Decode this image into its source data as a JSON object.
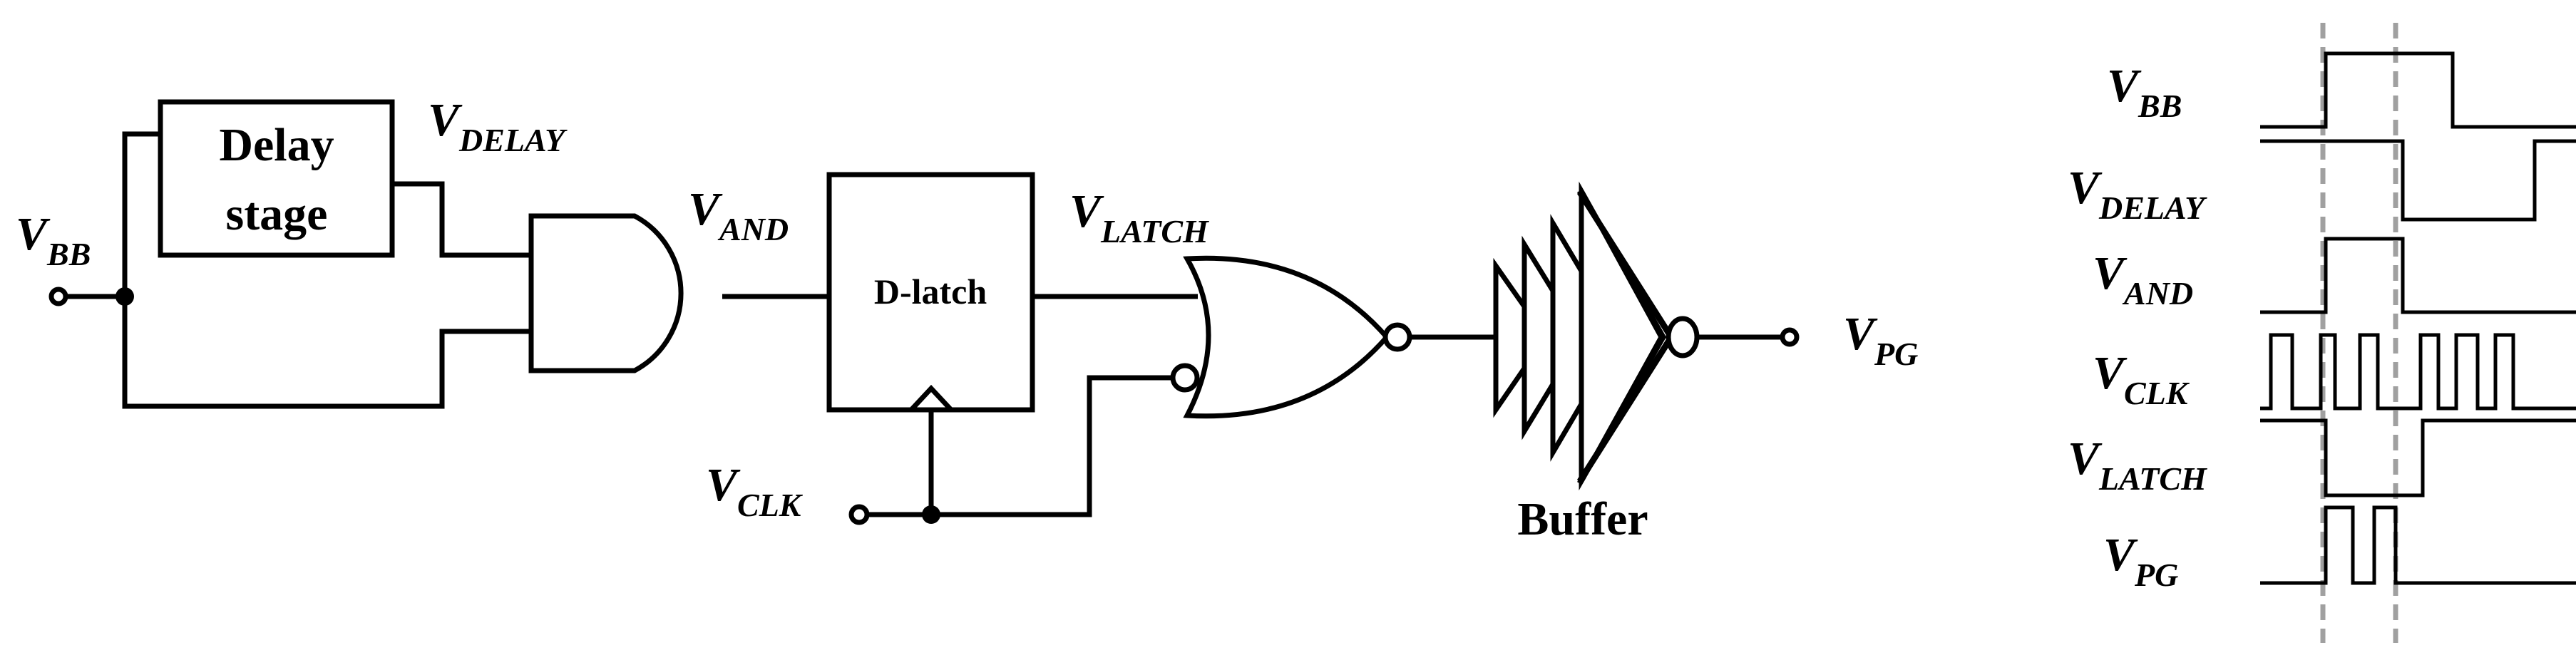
{
  "labels": {
    "v_bb": {
      "main": "V",
      "sub": "BB"
    },
    "v_delay": {
      "main": "V",
      "sub": "DELAY"
    },
    "v_and": {
      "main": "V",
      "sub": "AND"
    },
    "v_latch": {
      "main": "V",
      "sub": "LATCH"
    },
    "v_clk": {
      "main": "V",
      "sub": "CLK"
    },
    "v_pg": {
      "main": "V",
      "sub": "PG"
    }
  },
  "blocks": {
    "delay_line1": "Delay",
    "delay_line2": "stage",
    "latch": "D-latch",
    "buffer": "Buffer"
  },
  "timing": {
    "signals": [
      {
        "main": "V",
        "sub": "BB"
      },
      {
        "main": "V",
        "sub": "DELAY"
      },
      {
        "main": "V",
        "sub": "AND"
      },
      {
        "main": "V",
        "sub": "CLK"
      },
      {
        "main": "V",
        "sub": "LATCH"
      },
      {
        "main": "V",
        "sub": "PG"
      }
    ]
  }
}
